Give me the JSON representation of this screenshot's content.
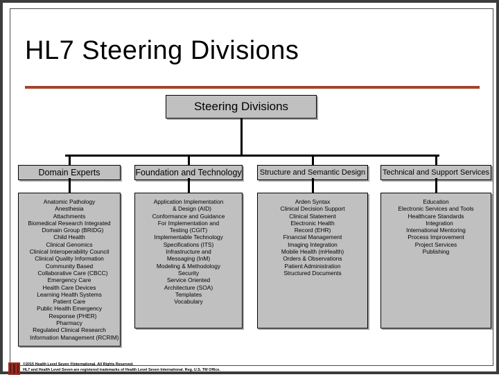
{
  "slide": {
    "title": "HL7 Steering Divisions",
    "accent_color": "#A5432A",
    "node_fill": "#c0c0c0",
    "node_border": "#000000"
  },
  "chart_data": {
    "type": "diagram",
    "title": "HL7 Steering Divisions",
    "root": "Steering Divisions",
    "divisions": [
      {
        "name": "Domain Experts",
        "work_groups": [
          "Anatomic Pathology",
          "Anesthesia",
          "Attachments",
          "Biomedical Research Integrated",
          "Domain Group (BRIDG)",
          "Child Health",
          "Clinical Genomics",
          "Clinical Interoperability Council",
          "Clinical Quality Information",
          "Community Based",
          "Collaborative Care (CBCC)",
          "Emergency Care",
          "Health Care Devices",
          "Learning Health Systems",
          "Patient Care",
          "Public Health Emergency",
          "Response (PHER)",
          "Pharmacy",
          "Regulated Clinical Research",
          "Information Management (RCRIM)"
        ],
        "continuation_indices": [
          4,
          10,
          16,
          19
        ]
      },
      {
        "name": "Foundation and Technology",
        "work_groups": [
          "Application Implementation",
          "& Design (AID)",
          "Conformance and Guidance",
          "For Implementation and",
          "Testing (CGIT)",
          "Implementable Technology",
          "Specifications (ITS)",
          "Infrastructure and",
          "Messaging (InM)",
          "Modeling & Methodology",
          "Security",
          "Service Oriented",
          "Architecture (SOA)",
          "Templates",
          "Vocabulary"
        ],
        "continuation_indices": [
          1
        ]
      },
      {
        "name": "Structure and Semantic Design",
        "work_groups": [
          "Arden Syntax",
          "Clinical Decision Support",
          "Clinical Statement",
          "Electronic Health",
          "Record (EHR)",
          "Financial Management",
          "Imaging Integration",
          "Mobile Health (mHealth)",
          "Orders & Observations",
          "Patient Administration",
          "Structured Documents"
        ],
        "continuation_indices": []
      },
      {
        "name": "Technical and Support Services",
        "work_groups": [
          "Education",
          "Electronic Services and Tools",
          "Healthcare Standards",
          "Integration",
          "International Mentoring",
          "Process Improvement",
          "Project Services",
          "Publishing"
        ],
        "continuation_indices": [
          3
        ]
      }
    ]
  },
  "footer": {
    "logo_name": "hl7-logo",
    "line1": "©2015 Health Level Seven ®International. All Rights Reserved.",
    "line2": "HL7 and Health Level Seven are registered trademarks of Health Level Seven International. Reg. U.S. TM Office."
  }
}
